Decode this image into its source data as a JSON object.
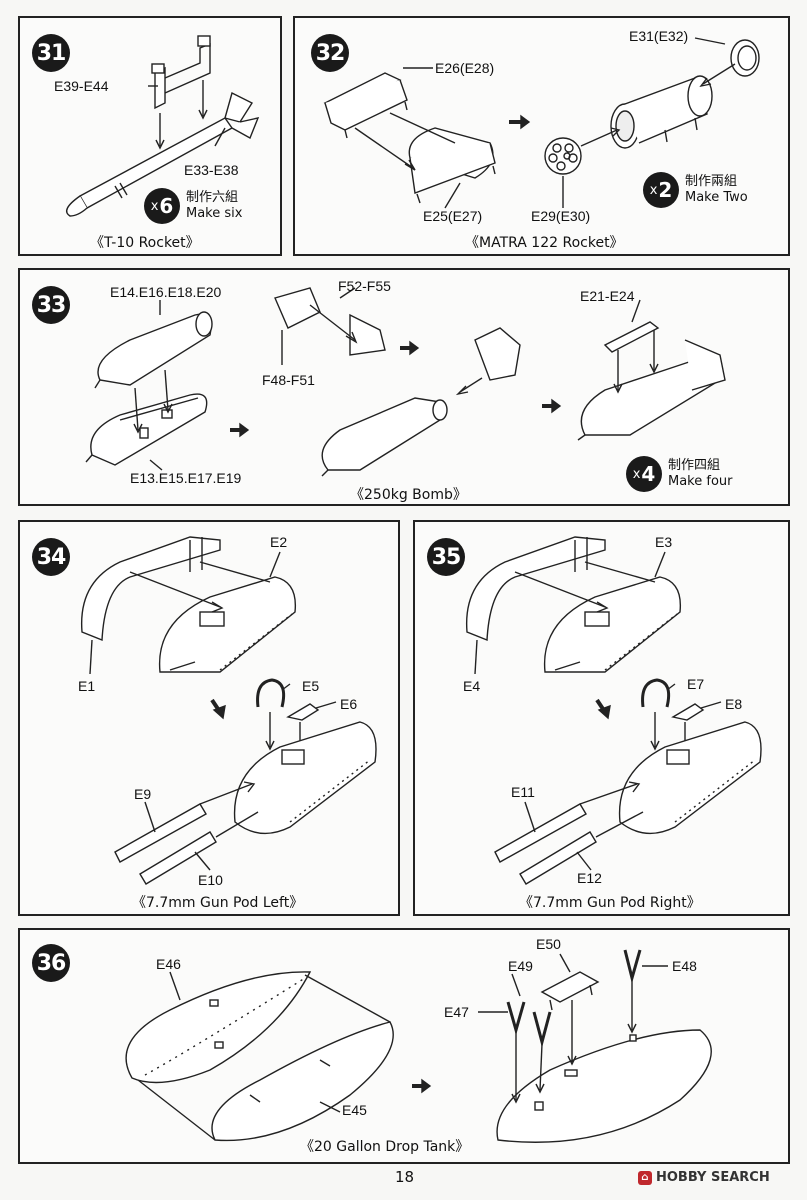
{
  "page": {
    "number": "18"
  },
  "watermark": {
    "text": "HOBBY SEARCH"
  },
  "steps": {
    "s31": {
      "number": "31",
      "caption": "《T-10 Rocket》",
      "parts": [
        "E39-E44",
        "E33-E38"
      ],
      "multiplier": {
        "x": "x",
        "n": "6",
        "zh": "制作六組",
        "en": "Make six"
      }
    },
    "s32": {
      "number": "32",
      "caption": "《MATRA 122 Rocket》",
      "parts": [
        "E26(E28)",
        "E31(E32)",
        "E25(E27)",
        "E29(E30)"
      ],
      "multiplier": {
        "x": "x",
        "n": "2",
        "zh": "制作兩組",
        "en": "Make Two"
      }
    },
    "s33": {
      "number": "33",
      "caption": "《250kg Bomb》",
      "parts": [
        "E14.E16.E18.E20",
        "F52-F55",
        "F48-F51",
        "E21-E24",
        "E13.E15.E17.E19"
      ],
      "multiplier": {
        "x": "x",
        "n": "4",
        "zh": "制作四組",
        "en": "Make four"
      }
    },
    "s34": {
      "number": "34",
      "caption": "《7.7mm Gun Pod Left》",
      "parts": [
        "E2",
        "E1",
        "E5",
        "E6",
        "E9",
        "E10"
      ]
    },
    "s35": {
      "number": "35",
      "caption": "《7.7mm Gun Pod Right》",
      "parts": [
        "E3",
        "E4",
        "E7",
        "E8",
        "E11",
        "E12"
      ]
    },
    "s36": {
      "number": "36",
      "caption": "《20 Gallon Drop Tank》",
      "parts": [
        "E46",
        "E45",
        "E50",
        "E49",
        "E48",
        "E47"
      ]
    }
  }
}
